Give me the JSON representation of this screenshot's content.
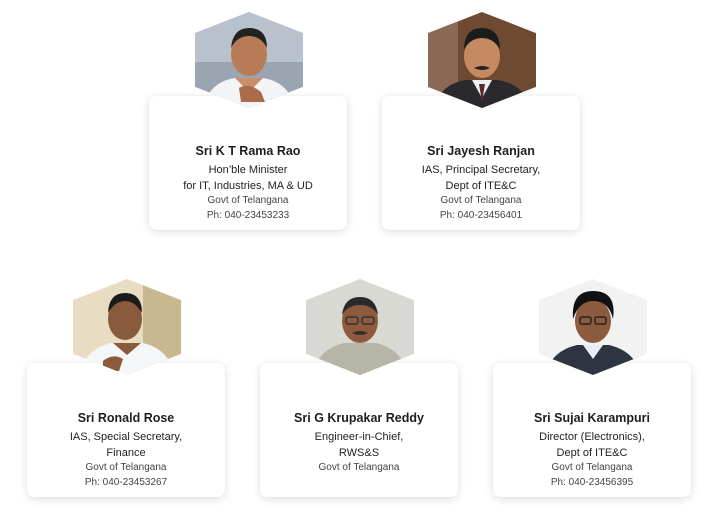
{
  "people": [
    {
      "name": "Sri K T Rama Rao",
      "lines": [
        "Hon’ble Minister",
        "for IT, Industries, MA & UD"
      ],
      "org": "Govt of Telangana",
      "phone": "Ph: 040-23453233",
      "photo_icon": "person-portrait-icon"
    },
    {
      "name": "Sri Jayesh Ranjan",
      "lines": [
        "IAS, Principal Secretary,",
        "Dept of ITE&C"
      ],
      "org": "Govt of Telangana",
      "phone": "Ph: 040-23456401",
      "photo_icon": "person-portrait-icon"
    },
    {
      "name": "Sri Ronald Rose",
      "lines": [
        "IAS, Special Secretary,",
        "Finance"
      ],
      "org": "Govt of Telangana",
      "phone": "Ph: 040-23453267",
      "photo_icon": "person-portrait-icon"
    },
    {
      "name": "Sri G Krupakar Reddy",
      "lines": [
        "Engineer-in-Chief,",
        "RWS&S"
      ],
      "org": "Govt of Telangana",
      "phone": "",
      "photo_icon": "person-portrait-icon"
    },
    {
      "name": "Sri Sujai Karampuri",
      "lines": [
        "Director (Electronics),",
        "Dept of ITE&C"
      ],
      "org": "Govt of Telangana",
      "phone": "Ph: 040-23456395",
      "photo_icon": "person-portrait-icon"
    }
  ],
  "colors": {
    "card_bg": "#ffffff",
    "name_text": "#1e1e1e",
    "meta_text": "#444444"
  }
}
